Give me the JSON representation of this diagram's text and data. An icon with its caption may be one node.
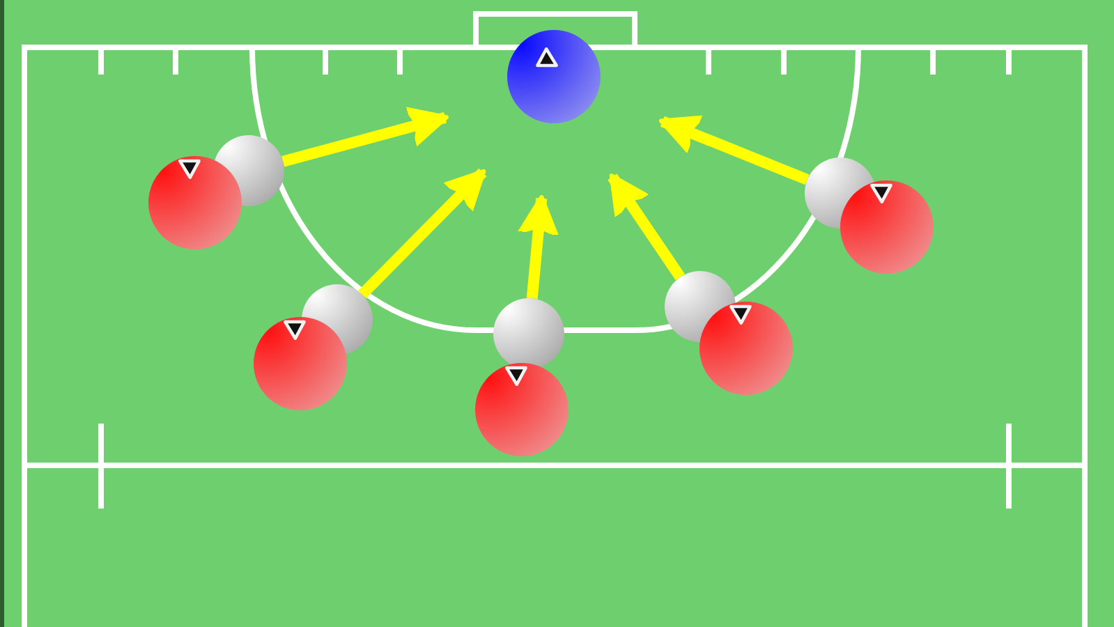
{
  "diagram": {
    "nodes": [
      {
        "text": [],
        "shape": "circle"
      },
      {
        "text": [],
        "shape": "circle"
      },
      {
        "text": [],
        "shape": "circle"
      },
      {
        "text": [],
        "shape": "circle"
      },
      {
        "text": [],
        "shape": "circle"
      },
      {
        "text": [],
        "shape": "circle"
      },
      {
        "text": [],
        "shape": "circle"
      },
      {
        "text": [],
        "shape": "circle"
      },
      {
        "text": [],
        "shape": "circle"
      },
      {
        "text": [],
        "shape": "circle"
      },
      {
        "text": [],
        "shape": "circle"
      }
    ],
    "edges": [
      {
        "from": 1,
        "to": null,
        "arrow": "to"
      },
      {
        "from": 3,
        "to": null,
        "arrow": "to"
      },
      {
        "from": 5,
        "to": null,
        "arrow": "to"
      },
      {
        "from": 7,
        "to": null,
        "arrow": "to"
      },
      {
        "from": 9,
        "to": null,
        "arrow": "to"
      }
    ]
  }
}
